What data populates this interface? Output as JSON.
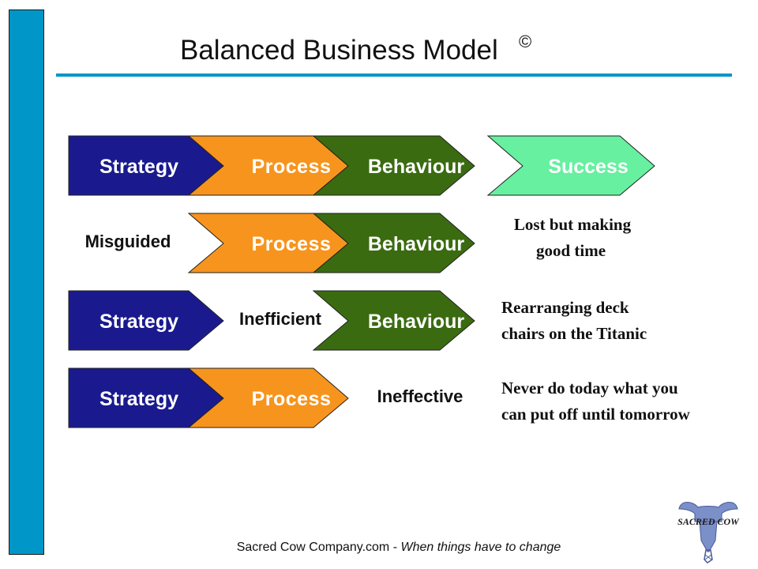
{
  "title": "Balanced Business Model",
  "copyright_symbol": "©",
  "colors": {
    "accent": "#0096c8",
    "strategy": "#1a1a8e",
    "process": "#f7941d",
    "behaviour": "#3a6b10",
    "success": "#66f0a0"
  },
  "rows": [
    {
      "labels": {
        "strategy": "Strategy",
        "process": "Process",
        "behaviour": "Behaviour",
        "success": "Success"
      }
    },
    {
      "missing_label": "Misguided",
      "labels": {
        "process": "Process",
        "behaviour": "Behaviour"
      },
      "outcome": [
        "Lost but making",
        "good time"
      ]
    },
    {
      "missing_label": "Inefficient",
      "labels": {
        "strategy": "Strategy",
        "behaviour": "Behaviour"
      },
      "outcome": [
        "Rearranging deck",
        "chairs on the Titanic"
      ]
    },
    {
      "missing_label": "Ineffective",
      "labels": {
        "strategy": "Strategy",
        "process": "Process"
      },
      "outcome": [
        "Never do today what you",
        "can put off until tomorrow"
      ]
    }
  ],
  "footer": {
    "company": "Sacred Cow Company.com - ",
    "tagline": "When things have to change"
  },
  "logo_text": "SACRED COW"
}
